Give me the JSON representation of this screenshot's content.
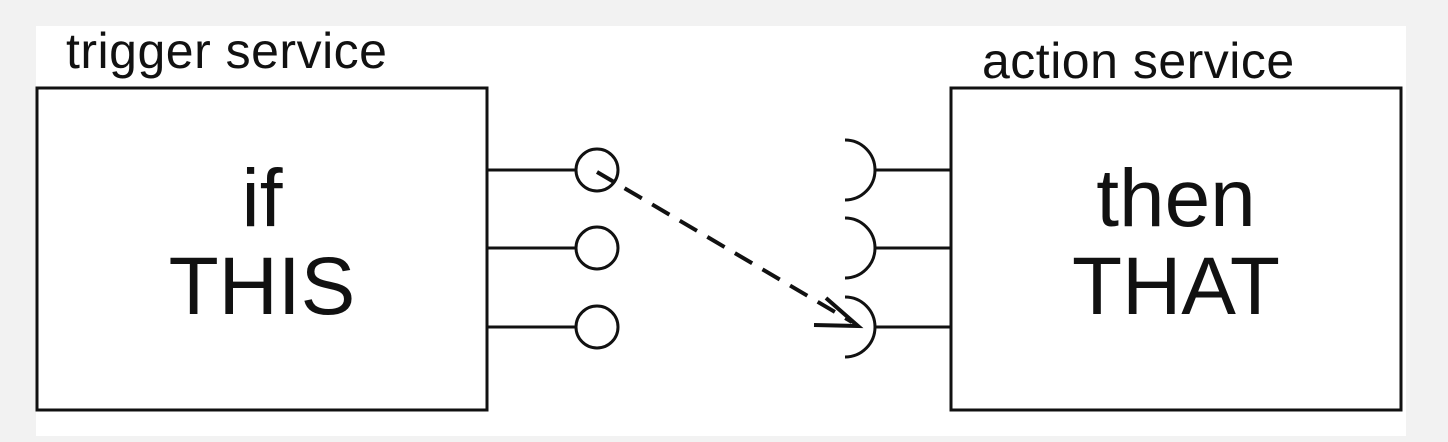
{
  "trigger": {
    "service_label": "trigger service",
    "line1": "if",
    "line2": "THIS"
  },
  "action": {
    "service_label": "action service",
    "line1": "then",
    "line2": "THAT"
  },
  "colors": {
    "stroke": "#111111",
    "background": "#ffffff"
  }
}
